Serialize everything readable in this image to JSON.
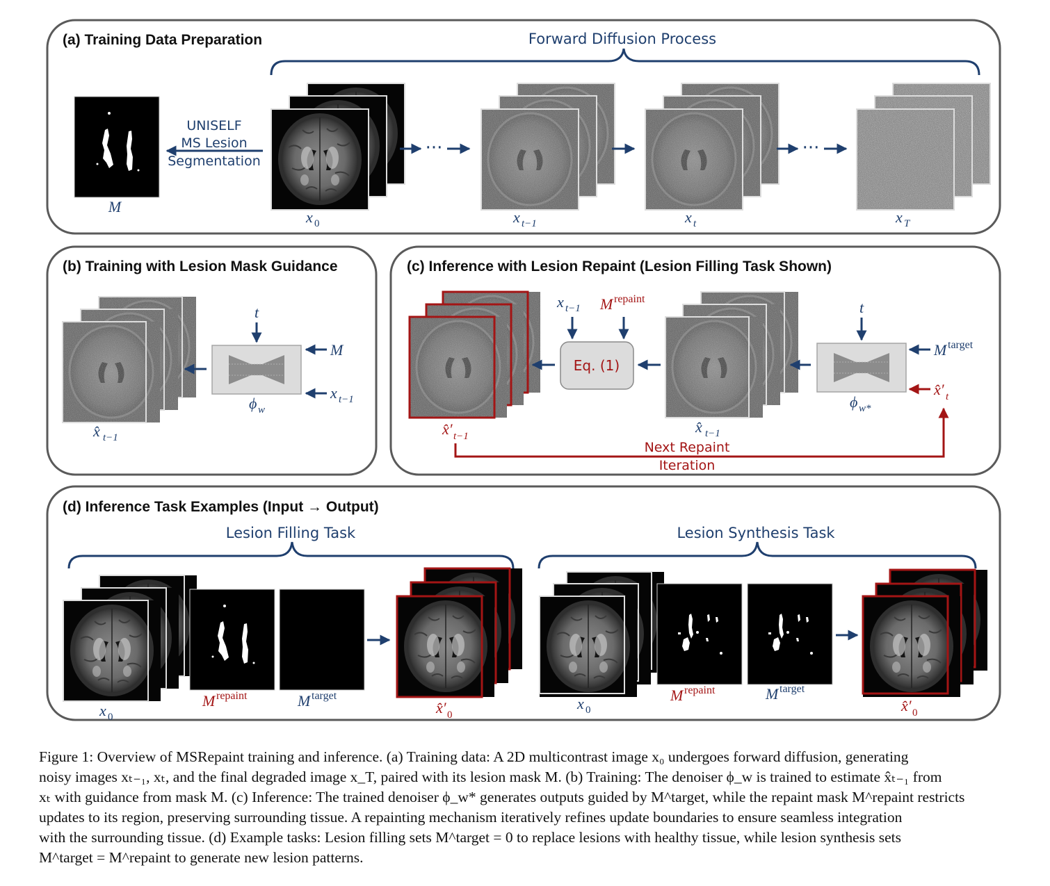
{
  "panels": {
    "a": {
      "title": "(a) Training Data Preparation"
    },
    "b": {
      "title": "(b) Training with  Lesion Mask Guidance"
    },
    "c": {
      "title": "(c) Inference with  Lesion Repaint (Lesion Filling Task Shown)"
    },
    "d": {
      "title": "(d) Inference Task Examples (Input → Output)"
    }
  },
  "labels": {
    "forward_diffusion": "Forward Diffusion Process",
    "uniself_1": "UNISELF",
    "uniself_2": "MS Lesion",
    "uniself_3": "Segmentation",
    "eq1": "Eq. (1)",
    "next_repaint_1": "Next Repaint",
    "next_repaint_2": "Iteration",
    "lesion_filling": "Lesion Filling Task",
    "lesion_synthesis": "Lesion Synthesis Task",
    "dots": "···"
  },
  "math": {
    "M": "M",
    "x": "x",
    "t": "t",
    "phi": "ϕ",
    "w": "w",
    "wstar": "w*",
    "sub0": "0",
    "sub_tm1": "t−1",
    "sub_t": "t",
    "sub_T": "T",
    "repaint": "repaint",
    "target": "target",
    "xhat": "x̂",
    "xhat_prime": "x̂′"
  },
  "caption": {
    "line1": "Figure 1: Overview of MSRepaint training and inference. (a) Training data: A 2D multicontrast image x₀ undergoes forward diffusion, generating",
    "line2": "noisy images xₜ₋₁, xₜ, and the final degraded image x_T, paired with its lesion mask M. (b) Training: The denoiser ϕ_w is trained to estimate x̂ₜ₋₁ from",
    "line3": "xₜ with guidance from mask M. (c) Inference: The trained denoiser ϕ_w* generates outputs guided by M^target, while the repaint mask M^repaint restricts",
    "line4": "updates to its region, preserving surrounding tissue. A repainting mechanism iteratively refines update boundaries to ensure seamless integration",
    "line5": "with the surrounding tissue. (d) Example tasks: Lesion filling sets M^target = 0 to replace lesions with healthy tissue, while lesion synthesis sets",
    "line6": "M^target = M^repaint to generate new lesion patterns."
  },
  "colors": {
    "blue": "#1f3f6e",
    "red": "#a31515",
    "frame": "#5a5a5a"
  }
}
